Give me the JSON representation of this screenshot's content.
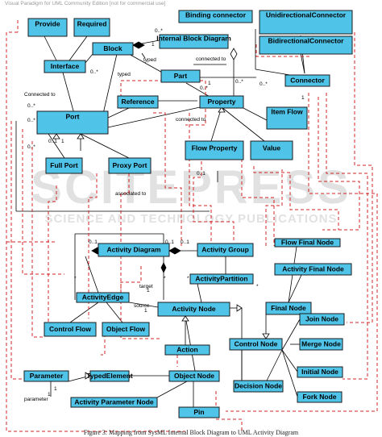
{
  "header_text": "Visual Paradigm for UML Community Edition [not for commercial use]",
  "watermark": {
    "main": "SCITEPRESS",
    "sub": "SCIENCE AND TECHNOLOGY PUBLICATIONS"
  },
  "caption": "Figure 3: Mapping from SysML Internal Block Diagram to UML Activity Diagram",
  "colors": {
    "box_fill": "#4fc3e8",
    "box_stroke": "#1b1b1b",
    "mapping_line": "#d42323"
  },
  "boxes": {
    "provide": "Provide",
    "required": "Required",
    "interface": "Interface",
    "block": "Block",
    "ibd": "Internal Block Diagram",
    "binding_connector": "Binding connector",
    "unidirectional": "UnidirectionalConnector",
    "bidirectional": "BidirectionalConnector",
    "part": "Part",
    "connector": "Connector",
    "reference": "Reference",
    "property": "Property",
    "port": "Port",
    "item_flow": "Item Flow",
    "flow_property": "Flow Property",
    "value": "Value",
    "full_port": "Full Port",
    "proxy_port": "Proxy Port",
    "activity_diagram": "Activity Diagram",
    "activity_group": "Activity Group",
    "flow_final": "Flow Final Node",
    "activity_final": "Activity Final Node",
    "activity_partition": "ActivityPartition",
    "activity_edge": "ActivityEdge",
    "final_node": "Final Node",
    "activity_node": "Activity Node",
    "join_node": "Join Node",
    "control_flow": "Control Flow",
    "object_flow": "Object Flow",
    "control_node": "Control Node",
    "merge_node": "Merge Node",
    "action": "Action",
    "initial_node": "Initial Node",
    "parameter": "Parameter",
    "typed_element": "TypedElement",
    "object_node": "Object Node",
    "decision_node": "Decision Node",
    "fork_node": "Fork Node",
    "activity_param_node": "Activity Parameter Node",
    "pin": "Pin"
  },
  "labels": {
    "typed1": "typed",
    "typed2": "typed",
    "connected_to": "connected to",
    "connected_to_port": "Connected to",
    "connected_to2": "connected to",
    "associated_to": "associated to",
    "target": "target",
    "source": "source",
    "parameter": "parameter",
    "m_0n": "0..*",
    "m_0n_b": "0..*",
    "m_0n_c": "0..*",
    "m_0n_d": "0..*",
    "m_0n_e": "0..*",
    "m_0n_f": "0..*",
    "m_0n_g": "0..*",
    "m_0n_h": "0..*",
    "m_01_a": "0..1",
    "m_01_b": "0..1",
    "m_01_c": "0..1",
    "m_01_d": "0..1",
    "m_1_a": "1",
    "m_1_b": "1",
    "m_1_c": "1",
    "m_1_d": "1",
    "m_1_e": "1",
    "m_1_f": "1",
    "m_star_a": "*",
    "m_star_b": "*",
    "m_star_c": "*",
    "m_star_d": "*",
    "m_01_e": "0..1",
    "m_1_g": "1",
    "m_1_h": "1"
  }
}
